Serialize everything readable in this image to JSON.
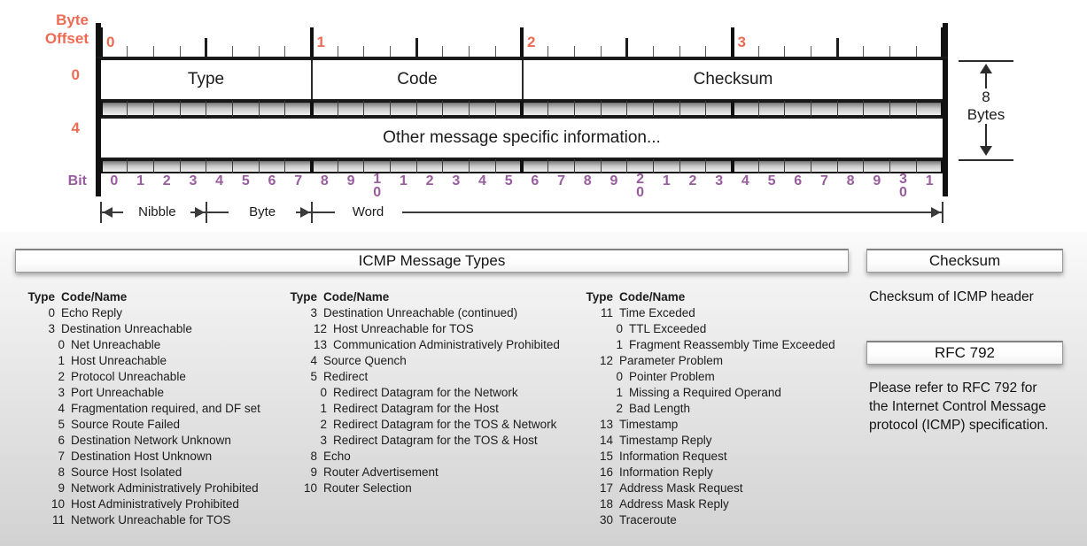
{
  "diagram": {
    "axis_title_line1": "Byte",
    "axis_title_line2": "Offset",
    "bit_axis_label": "Bit",
    "byte_offsets": [
      "0",
      "1",
      "2",
      "3"
    ],
    "row_labels": [
      "0",
      "4"
    ],
    "fields_row0": [
      "Type",
      "Code",
      "Checksum"
    ],
    "fields_row1": [
      "Other message specific information..."
    ],
    "bit_numbers": [
      "0",
      "1",
      "2",
      "3",
      "4",
      "5",
      "6",
      "7",
      "8",
      "9",
      "10",
      "1",
      "2",
      "3",
      "4",
      "5",
      "6",
      "7",
      "8",
      "9",
      "20",
      "1",
      "2",
      "3",
      "4",
      "5",
      "6",
      "7",
      "8",
      "9",
      "30",
      "1"
    ],
    "size_bracket": {
      "value": "8",
      "unit": "Bytes"
    },
    "spans": [
      "Nibble",
      "Byte",
      "Word"
    ],
    "colors": {
      "offset_accent": "#ef6a54",
      "bit_accent": "#9a5ca0",
      "ink": "#1b1b1b"
    }
  },
  "panels": {
    "message_types_title": "ICMP Message Types",
    "checksum_title": "Checksum",
    "checksum_body": "Checksum of ICMP header",
    "rfc_title": "RFC 792",
    "rfc_body": "Please refer to RFC 792 for the Internet Control Message protocol (ICMP) specification."
  },
  "table": {
    "headers": {
      "type": "Type",
      "code": "Code/Name"
    },
    "columns": [
      [
        {
          "type": "0",
          "name": "Echo Reply",
          "indent": false
        },
        {
          "type": "3",
          "name": "Destination Unreachable",
          "indent": false
        },
        {
          "type": "0",
          "name": "Net Unreachable",
          "indent": true
        },
        {
          "type": "1",
          "name": "Host Unreachable",
          "indent": true
        },
        {
          "type": "2",
          "name": "Protocol Unreachable",
          "indent": true
        },
        {
          "type": "3",
          "name": "Port Unreachable",
          "indent": true
        },
        {
          "type": "4",
          "name": "Fragmentation required, and DF set",
          "indent": true
        },
        {
          "type": "5",
          "name": "Source Route Failed",
          "indent": true
        },
        {
          "type": "6",
          "name": "Destination Network Unknown",
          "indent": true
        },
        {
          "type": "7",
          "name": "Destination Host Unknown",
          "indent": true
        },
        {
          "type": "8",
          "name": "Source Host Isolated",
          "indent": true
        },
        {
          "type": "9",
          "name": "Network Administratively Prohibited",
          "indent": true
        },
        {
          "type": "10",
          "name": "Host Administratively Prohibited",
          "indent": true
        },
        {
          "type": "11",
          "name": "Network Unreachable for TOS",
          "indent": true
        }
      ],
      [
        {
          "type": "3",
          "name": "Destination Unreachable (continued)",
          "indent": false
        },
        {
          "type": "12",
          "name": "Host Unreachable for TOS",
          "indent": true
        },
        {
          "type": "13",
          "name": "Communication Administratively Prohibited",
          "indent": true
        },
        {
          "type": "4",
          "name": "Source Quench",
          "indent": false
        },
        {
          "type": "5",
          "name": "Redirect",
          "indent": false
        },
        {
          "type": "0",
          "name": "Redirect Datagram for the Network",
          "indent": true
        },
        {
          "type": "1",
          "name": "Redirect Datagram for the Host",
          "indent": true
        },
        {
          "type": "2",
          "name": "Redirect Datagram for the TOS & Network",
          "indent": true
        },
        {
          "type": "3",
          "name": "Redirect Datagram for the TOS & Host",
          "indent": true
        },
        {
          "type": "8",
          "name": "Echo",
          "indent": false
        },
        {
          "type": "9",
          "name": "Router Advertisement",
          "indent": false
        },
        {
          "type": "10",
          "name": "Router Selection",
          "indent": false
        }
      ],
      [
        {
          "type": "11",
          "name": "Time Exceded",
          "indent": false
        },
        {
          "type": "0",
          "name": "TTL Exceeded",
          "indent": true
        },
        {
          "type": "1",
          "name": "Fragment Reassembly Time Exceeded",
          "indent": true
        },
        {
          "type": "12",
          "name": "Parameter Problem",
          "indent": false
        },
        {
          "type": "0",
          "name": "Pointer Problem",
          "indent": true
        },
        {
          "type": "1",
          "name": "Missing a Required Operand",
          "indent": true
        },
        {
          "type": "2",
          "name": "Bad Length",
          "indent": true
        },
        {
          "type": "13",
          "name": "Timestamp",
          "indent": false
        },
        {
          "type": "14",
          "name": "Timestamp Reply",
          "indent": false
        },
        {
          "type": "15",
          "name": "Information Request",
          "indent": false
        },
        {
          "type": "16",
          "name": "Information Reply",
          "indent": false
        },
        {
          "type": "17",
          "name": "Address Mask Request",
          "indent": false
        },
        {
          "type": "18",
          "name": "Address Mask Reply",
          "indent": false
        },
        {
          "type": "30",
          "name": "Traceroute",
          "indent": false
        }
      ]
    ]
  }
}
